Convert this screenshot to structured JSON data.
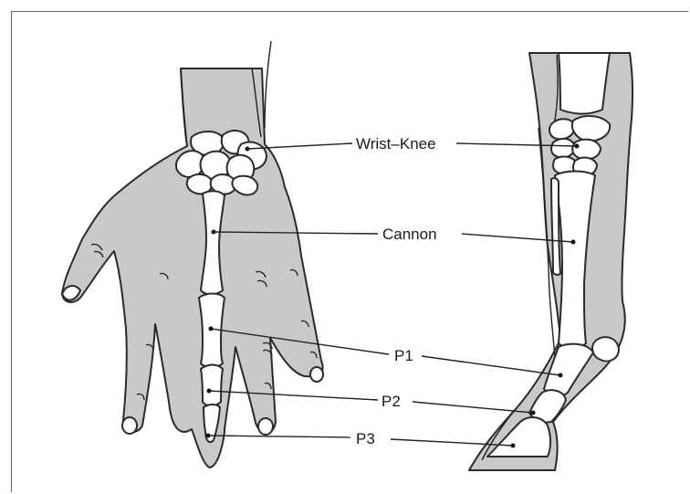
{
  "labels": {
    "wrist_knee": "Wrist–Knee",
    "cannon": "Cannon",
    "p1": "P1",
    "p2": "P2",
    "p3": "P3"
  },
  "colors": {
    "skin": "#c9c9c9",
    "bone": "#ffffff",
    "outline": "#2a2a2a"
  }
}
